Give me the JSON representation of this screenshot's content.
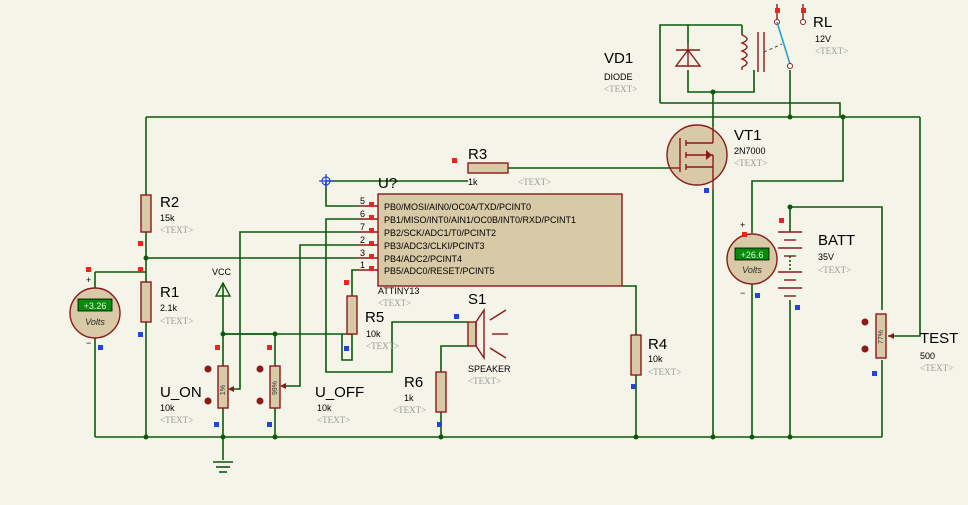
{
  "components": {
    "rl": {
      "ref": "RL",
      "value": "12V",
      "text": "<TEXT>"
    },
    "vd1": {
      "ref": "VD1",
      "value": "DIODE",
      "text": "<TEXT>"
    },
    "vt1": {
      "ref": "VT1",
      "value": "2N7000",
      "text": "<TEXT>"
    },
    "r3": {
      "ref": "R3",
      "value": "1k",
      "text": "<TEXT>"
    },
    "u": {
      "ref": "U?",
      "value": "ATTINY13",
      "text": "<TEXT>"
    },
    "r2": {
      "ref": "R2",
      "value": "15k",
      "text": "<TEXT>"
    },
    "r1": {
      "ref": "R1",
      "value": "2.1k",
      "text": "<TEXT>"
    },
    "vcc": {
      "label": "VCC"
    },
    "r5": {
      "ref": "R5",
      "value": "10k",
      "text": "<TEXT>"
    },
    "s1": {
      "ref": "S1",
      "value": "SPEAKER",
      "text": "<TEXT>"
    },
    "r6": {
      "ref": "R6",
      "value": "1k",
      "text": "<TEXT>"
    },
    "r4": {
      "ref": "R4",
      "value": "10k",
      "text": "<TEXT>"
    },
    "batt": {
      "ref": "BATT",
      "value": "35V",
      "text": "<TEXT>"
    },
    "test": {
      "ref": "TEST",
      "value": "500",
      "text": "<TEXT>"
    },
    "u_on": {
      "ref": "U_ON",
      "value": "10k",
      "text": "<TEXT>",
      "percent": "1%"
    },
    "u_off": {
      "ref": "U_OFF",
      "value": "10k",
      "text": "<TEXT>",
      "percent": "99%"
    },
    "test_pot": {
      "percent": "77%"
    }
  },
  "mcu_pins": [
    {
      "num": "5",
      "name": "PB0/MOSI/AIN0/OC0A/TXD/PCINT0"
    },
    {
      "num": "6",
      "name": "PB1/MISO/INT0/AIN1/OC0B/INT0/RXD/PCINT1"
    },
    {
      "num": "7",
      "name": "PB2/SCK/ADC1/T0/PCINT2"
    },
    {
      "num": "2",
      "name": "PB3/ADC3/CLKI/PCINT3"
    },
    {
      "num": "3",
      "name": "PB4/ADC2/PCINT4"
    },
    {
      "num": "1",
      "name": "PB5/ADC0/RESET/PCINT5"
    }
  ],
  "voltmeters": {
    "left": {
      "reading": "+3.26",
      "unit": "Volts"
    },
    "right": {
      "reading": "+26.6",
      "unit": "Volts"
    }
  },
  "colors": {
    "background": "#f4f4e9",
    "wire": "#0b5a0b",
    "component_outline": "#8b1a1a",
    "component_fill": "#d8caa6",
    "meter_display": "#0a8a0a"
  }
}
